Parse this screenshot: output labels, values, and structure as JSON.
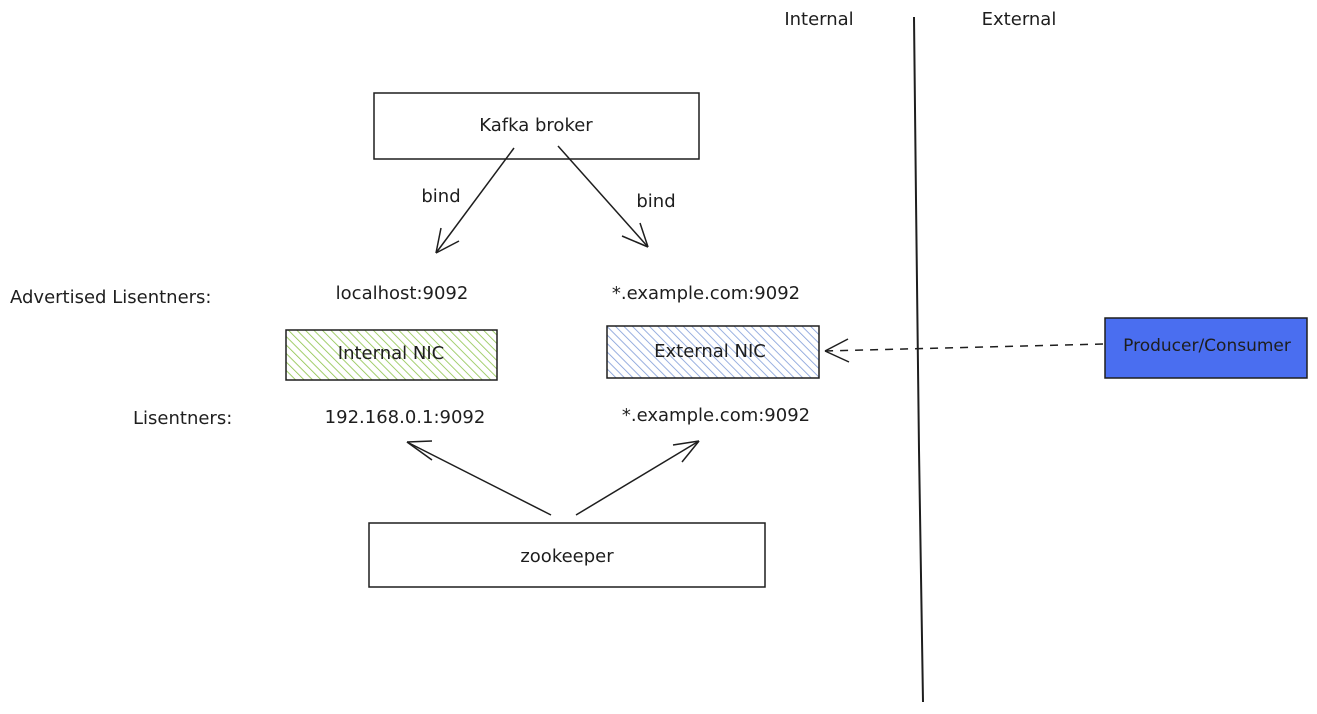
{
  "zones": {
    "internal": "Internal",
    "external": "External"
  },
  "broker": {
    "label": "Kafka broker"
  },
  "bind_left": "bind",
  "bind_right": "bind",
  "advertised": {
    "label": "Advertised Lisentners:",
    "internal": "localhost:9092",
    "external": "*.example.com:9092"
  },
  "nics": {
    "internal": {
      "label": "Internal NIC",
      "color": "#a8d46a"
    },
    "external": {
      "label": "External NIC",
      "color": "#8fa6dd"
    }
  },
  "listeners": {
    "label": "Lisentners:",
    "internal": "192.168.0.1:9092",
    "external": "*.example.com:9092"
  },
  "zookeeper": {
    "label": "zookeeper"
  },
  "client": {
    "label": "Producer/Consumer",
    "color": "#4a6ef0"
  }
}
